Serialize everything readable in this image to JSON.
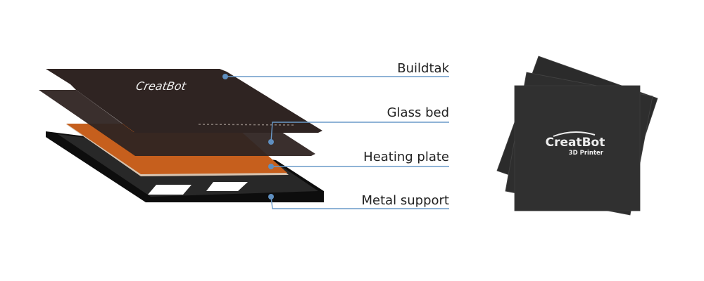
{
  "layers": [
    {
      "label": "Buildtak",
      "color": "#2f2422"
    },
    {
      "label": "Glass bed",
      "color": "#2f2422"
    },
    {
      "label": "Heating plate",
      "color": "#c65f1d"
    },
    {
      "label": "Metal support",
      "color": "#262626"
    }
  ],
  "callout_color": "#6a9ac8",
  "brand": {
    "name": "CreatBot",
    "subtitle": "3D Printer"
  }
}
